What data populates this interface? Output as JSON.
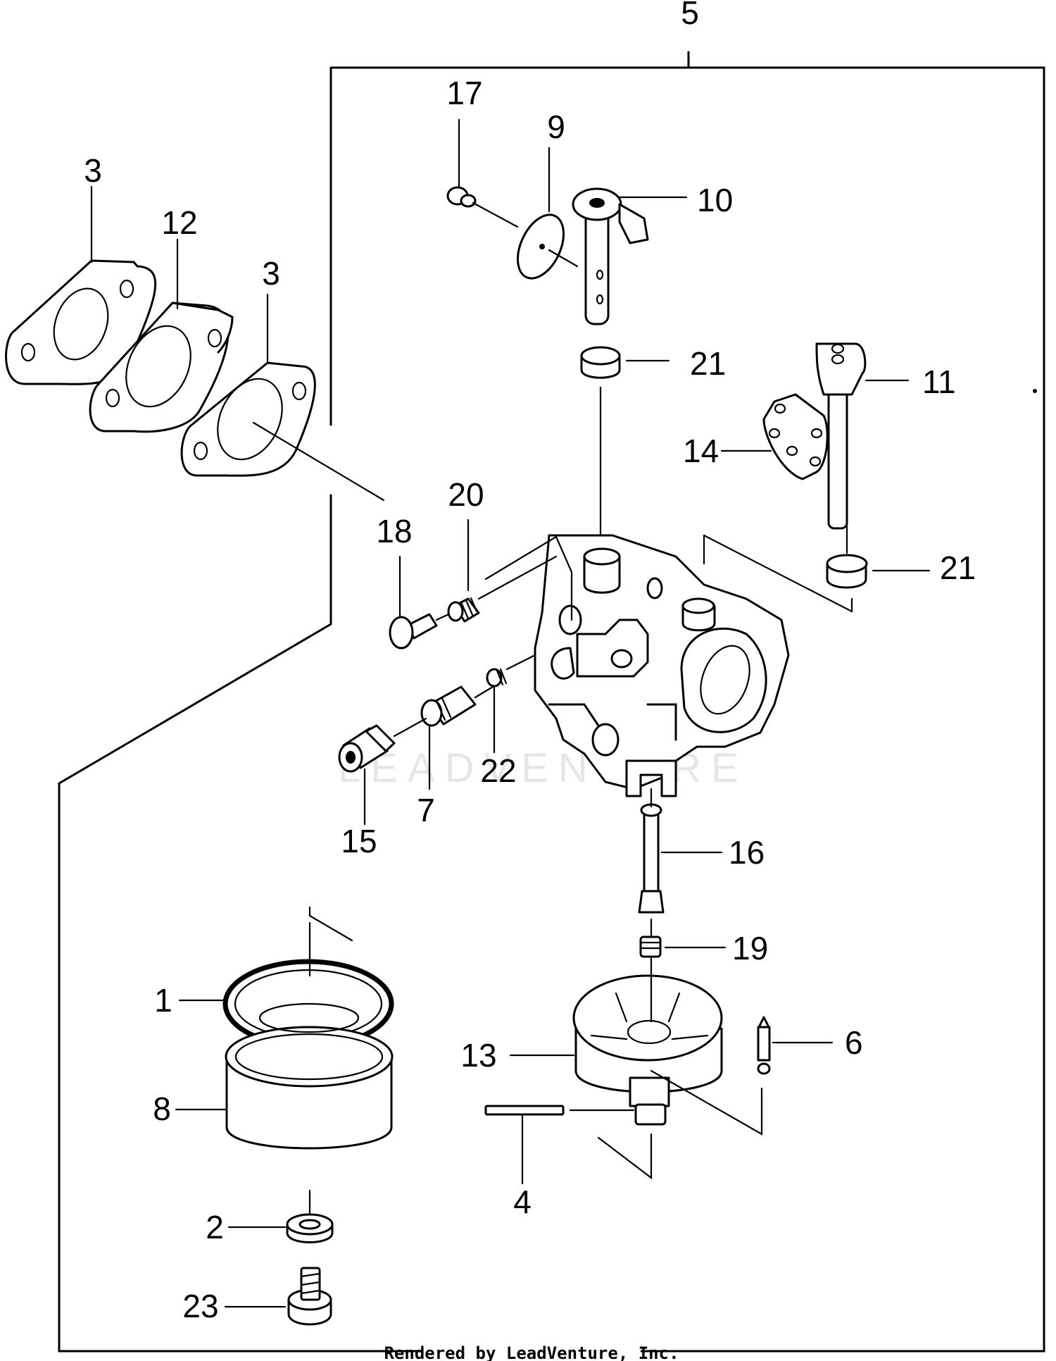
{
  "diagram": {
    "callouts": [
      "5",
      "17",
      "9",
      "10",
      "3",
      "12",
      "3",
      "21",
      "11",
      "14",
      "18",
      "20",
      "21",
      "22",
      "15",
      "7",
      "16",
      "19",
      "1",
      "13",
      "6",
      "8",
      "4",
      "2",
      "23"
    ],
    "footer": "Rendered by LeadVenture, Inc.",
    "watermark": "LEADVENTURE"
  }
}
